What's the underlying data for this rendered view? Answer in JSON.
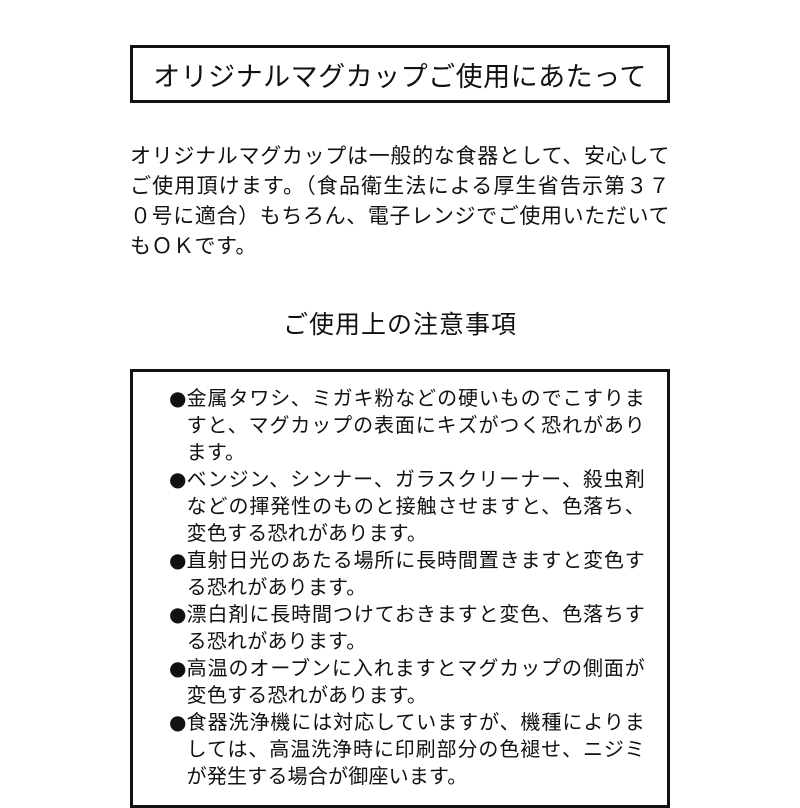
{
  "page": {
    "title": "オリジナルマグカップご使用にあたって",
    "intro": "オリジナルマグカップは一般的な食器として、安心してご使用頂けます。（食品衛生法による厚生省告示第３７０号に適合）もちろん、電子レンジでご使用いただいてもＯＫです。",
    "section_heading": "ご使用上の注意事項",
    "bullet": "●",
    "notices": [
      "金属タワシ、ミガキ粉などの硬いものでこすりますと、マグカップの表面にキズがつく恐れがあります。",
      "ベンジン、シンナー、ガラスクリーナー、殺虫剤などの揮発性のものと接触させますと、色落ち、変色する恐れがあります。",
      "直射日光のあたる場所に長時間置きますと変色する恐れがあります。",
      "漂白剤に長時間つけておきますと変色、色落ちする恐れがあります。",
      "高温のオーブンに入れますとマグカップの側面が変色する恐れがあります。",
      "食器洗浄機には対応していますが、機種によりましては、高温洗浄時に印刷部分の色褪せ、ニジミが発生する場合が御座います。"
    ],
    "colors": {
      "text": "#111111",
      "border": "#111111",
      "background": "#ffffff"
    }
  }
}
